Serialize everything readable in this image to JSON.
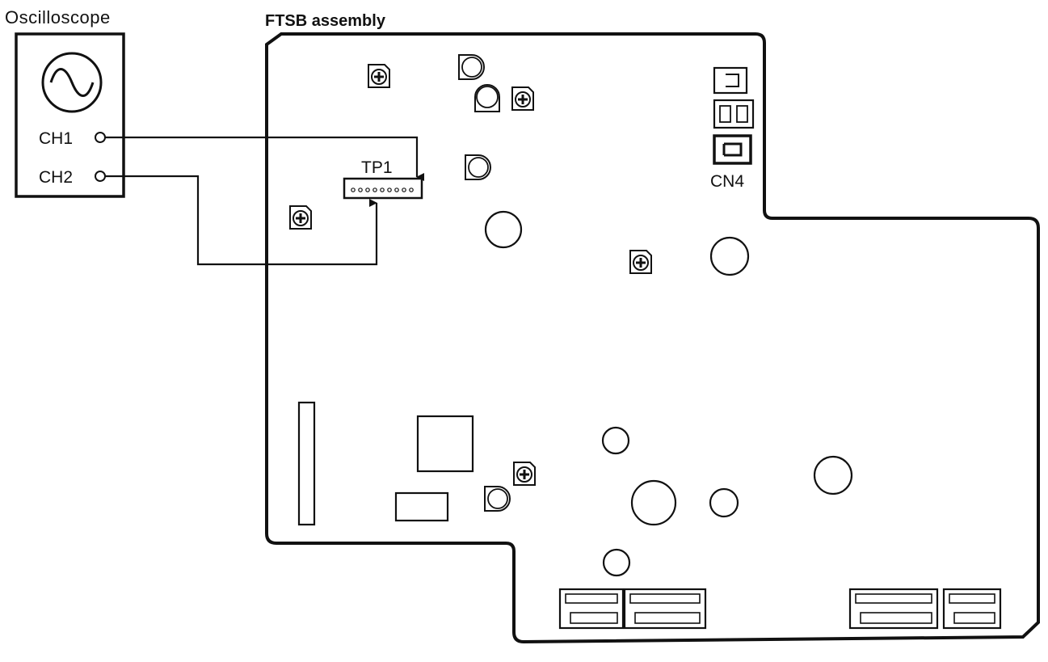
{
  "labels": {
    "oscilloscope": "Oscilloscope",
    "assembly": "FTSB assembly",
    "ch1": "CH1",
    "ch2": "CH2",
    "tp1": "TP1",
    "cn4": "CN4"
  },
  "icons": {
    "waveform": "sine-wave-icon",
    "adjuster": "screw-head-icon"
  },
  "colors": {
    "ink": "#111111",
    "paper": "#ffffff"
  }
}
